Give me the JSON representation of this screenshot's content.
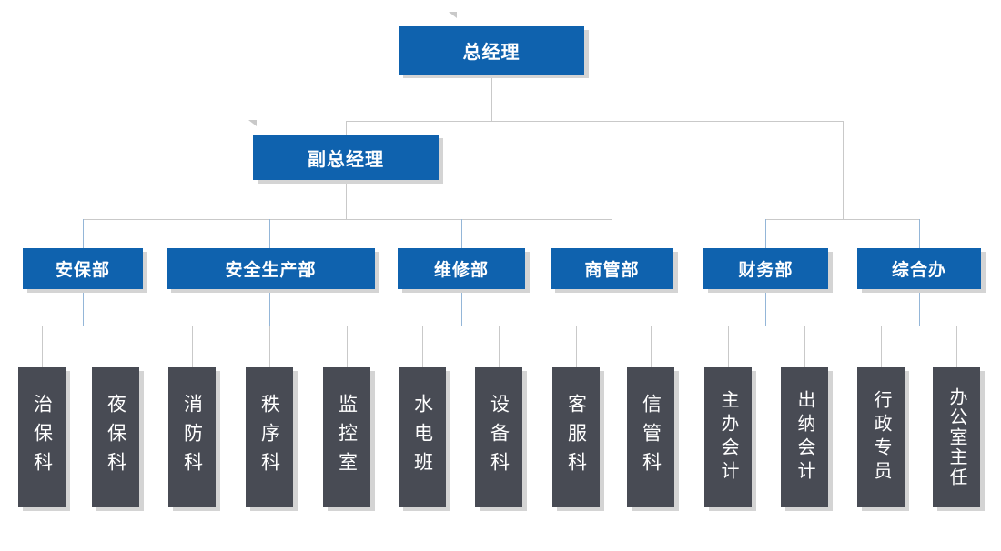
{
  "org": {
    "root": {
      "label": "总经理"
    },
    "deputy": {
      "label": "副总经理"
    },
    "departments": [
      {
        "label": "安保部",
        "sections": [
          "治保科",
          "夜保科"
        ]
      },
      {
        "label": "安全生产部",
        "sections": [
          "消防科",
          "秩序科",
          "监控室"
        ]
      },
      {
        "label": "维修部",
        "sections": [
          "水电班",
          "设备科"
        ]
      },
      {
        "label": "商管部",
        "sections": [
          "客服科",
          "信管科"
        ]
      },
      {
        "label": "财务部",
        "sections": [
          "主办会计",
          "出纳会计"
        ]
      },
      {
        "label": "综合办",
        "sections": [
          "行政专员",
          "办公室主任"
        ]
      }
    ]
  },
  "colors": {
    "node_blue": "#0f62ae",
    "node_dark": "#484b54",
    "connector_gray": "#c9c9c9",
    "connector_blue": "#94b6d8",
    "shadow": "#d4d4d4",
    "text": "#ffffff",
    "background": "#ffffff"
  }
}
